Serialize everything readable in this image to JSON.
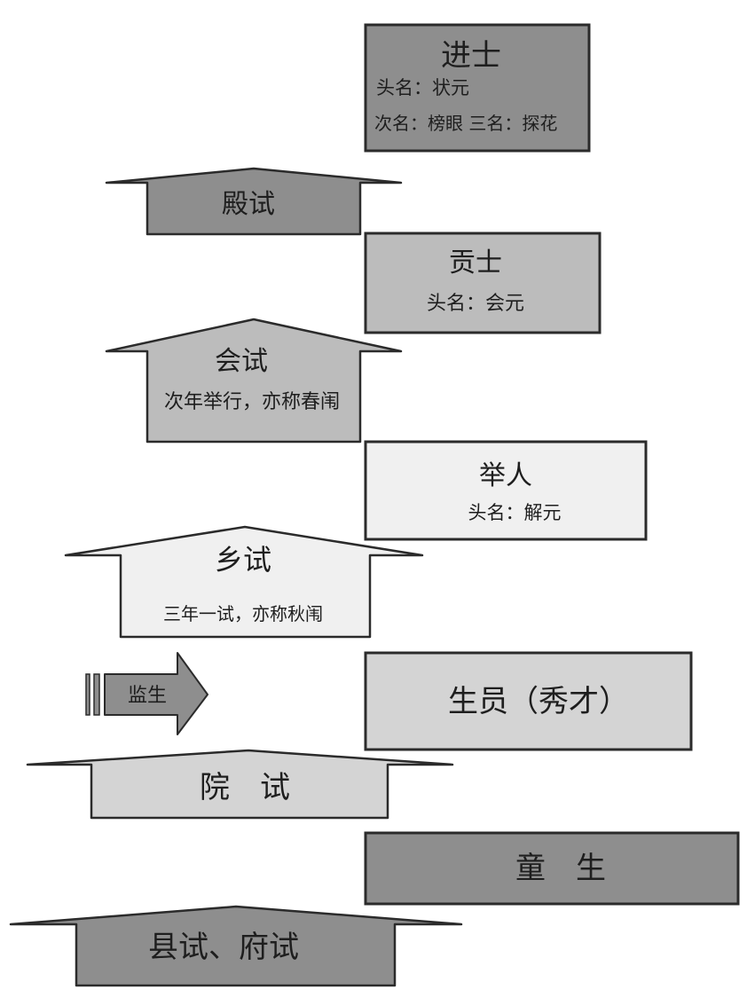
{
  "colors": {
    "dark_gray": "#8e8e8e",
    "mid_gray": "#bcbcbc",
    "light_gray": "#d4d4d4",
    "pale_gray": "#f0f0f0",
    "outline": "#2b2b2b",
    "text": "#1e1e1e"
  },
  "ranks": {
    "jinshi": {
      "title": "进士",
      "line1": "头名：状元",
      "line2": "次名：榜眼 三名：探花"
    },
    "gongshi": {
      "title": "贡士",
      "line1": "头名：会元"
    },
    "juren": {
      "title": "举人",
      "line1": "头名：解元"
    },
    "shengyuan": {
      "title": "生员（秀才）"
    },
    "tongsheng": {
      "title": "童　生"
    }
  },
  "exams": {
    "dianshi": {
      "title": "殿试"
    },
    "huishi": {
      "title": "会试",
      "note": "次年举行，亦称春闱"
    },
    "xiangshi": {
      "title": "乡试",
      "note": "三年一试，亦称秋闱"
    },
    "yuanshi": {
      "title": "院　试"
    },
    "xianshi": {
      "title": "县试、府试"
    }
  },
  "side_path": {
    "label": "监生"
  }
}
